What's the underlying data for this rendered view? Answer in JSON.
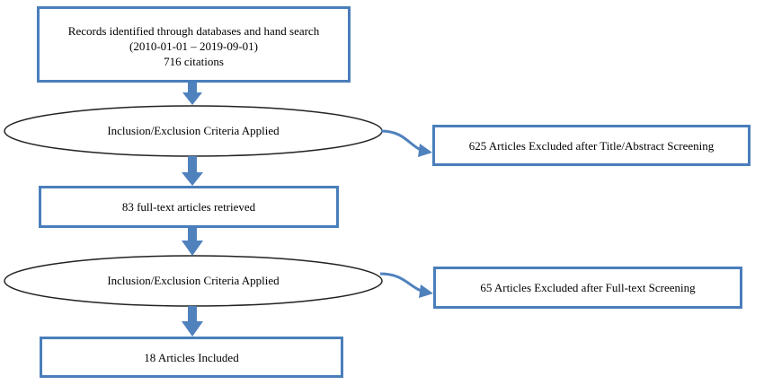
{
  "records": {
    "line1": "Records identified through databases and hand search",
    "line2": "(2010-01-01 – 2019-09-01)",
    "line3": "716 citations"
  },
  "criteria_1": "Inclusion/Exclusion Criteria Applied",
  "excluded_1": "625 Articles Excluded after Title/Abstract Screening",
  "fulltext": "83 full-text articles retrieved",
  "criteria_2": "Inclusion/Exclusion Criteria Applied",
  "excluded_2": "65 Articles Excluded after Full-text Screening",
  "included": "18 Articles Included",
  "colors": {
    "border": "#4a7ebb",
    "arrow": "#4f81bd"
  }
}
